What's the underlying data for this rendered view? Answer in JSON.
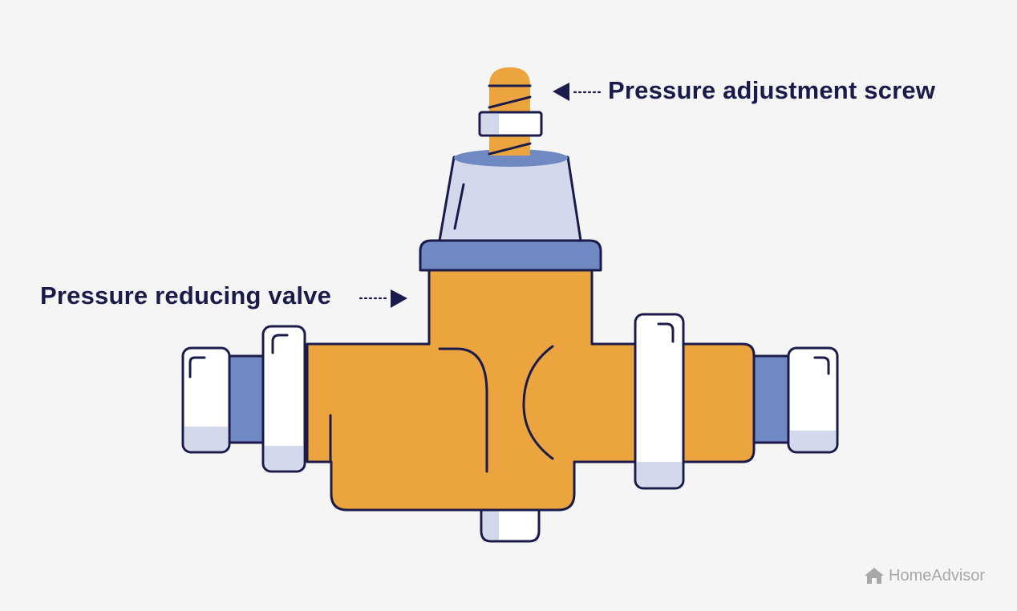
{
  "labels": {
    "adjustment_screw": "Pressure adjustment screw",
    "reducing_valve": "Pressure reducing valve"
  },
  "watermark": {
    "brand": "HomeAdvisor",
    "icon": "house-icon"
  },
  "colors": {
    "background": "#f5f5f5",
    "body": "#eca43f",
    "outline": "#1b1b4b",
    "blue": "#7089c2",
    "lavender": "#d4d8ec",
    "white": "#ffffff",
    "watermark": "#a8a8a8"
  }
}
